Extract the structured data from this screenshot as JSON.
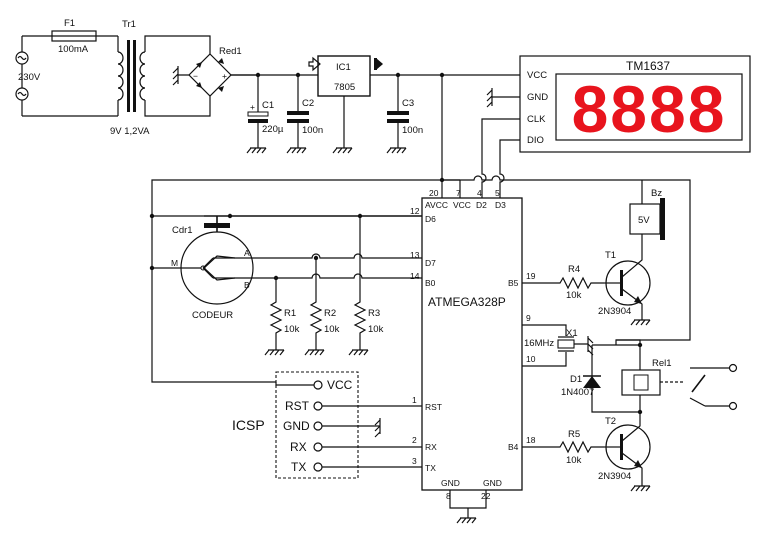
{
  "power": {
    "mains_label": "230V",
    "fuse_ref": "F1",
    "fuse_value": "100mA",
    "transformer_ref": "Tr1",
    "transformer_value": "9V 1,2VA",
    "rectifier_ref": "Red1",
    "c1_ref": "C1",
    "c1_value": "220µ",
    "c2_ref": "C2",
    "c2_value": "100n",
    "regulator_ref": "IC1",
    "regulator_value": "7805",
    "c3_ref": "C3",
    "c3_value": "100n"
  },
  "display": {
    "title": "TM1637",
    "digits": "8888",
    "digit_color": "#e8141d",
    "pins": [
      "VCC",
      "GND",
      "CLK",
      "DIO"
    ]
  },
  "mcu": {
    "name": "ATMEGA328P",
    "top_pins": [
      {
        "num": "20",
        "name": "AVCC"
      },
      {
        "num": "7",
        "name": "VCC"
      },
      {
        "num": "4",
        "name": "D2"
      },
      {
        "num": "5",
        "name": "D3"
      }
    ],
    "left_pins": [
      {
        "num": "12",
        "name": "D6"
      },
      {
        "num": "13",
        "name": "D7"
      },
      {
        "num": "14",
        "name": "B0"
      },
      {
        "num": "1",
        "name": "RST"
      },
      {
        "num": "2",
        "name": "RX"
      },
      {
        "num": "3",
        "name": "TX"
      }
    ],
    "right_pins": [
      {
        "num": "19",
        "name": "B5"
      },
      {
        "num": "9",
        "name": ""
      },
      {
        "num": "10",
        "name": ""
      },
      {
        "num": "18",
        "name": "B4"
      }
    ],
    "bottom_pins": [
      {
        "num": "8",
        "name": "GND"
      },
      {
        "num": "22",
        "name": "GND"
      }
    ]
  },
  "encoder": {
    "ref": "Cdr1",
    "name": "CODEUR",
    "pin_m": "M",
    "pin_a": "A",
    "pin_b": "B"
  },
  "resistors": [
    {
      "ref": "R1",
      "value": "10k"
    },
    {
      "ref": "R2",
      "value": "10k"
    },
    {
      "ref": "R3",
      "value": "10k"
    },
    {
      "ref": "R4",
      "value": "10k"
    },
    {
      "ref": "R5",
      "value": "10k"
    }
  ],
  "crystal": {
    "ref": "X1",
    "value": "16MHz"
  },
  "icsp": {
    "title": "ICSP",
    "pins": [
      "VCC",
      "RST",
      "GND",
      "RX",
      "TX"
    ]
  },
  "buzzer": {
    "ref": "Bz",
    "value": "5V"
  },
  "t1": {
    "ref": "T1",
    "value": "2N3904"
  },
  "t2": {
    "ref": "T2",
    "value": "2N3904"
  },
  "relay": {
    "ref": "Rel1"
  },
  "diode": {
    "ref": "D1",
    "value": "1N4007"
  }
}
